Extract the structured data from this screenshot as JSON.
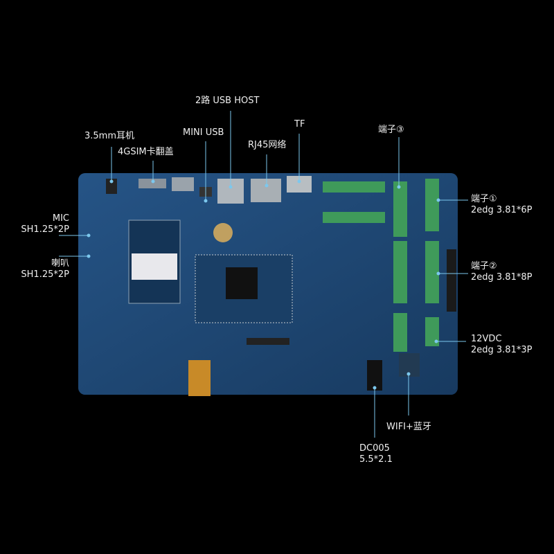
{
  "labels": {
    "headphone": "3.5mm耳机",
    "sim": "4GSIM卡翻盖",
    "mini_usb": "MINI USB",
    "usb_host": "2路 USB HOST",
    "rj45": "RJ45网络",
    "tf": "TF",
    "terminal3": "端子③",
    "terminal1": "端子①",
    "terminal1_spec": "2edg 3.81*6P",
    "terminal2": "端子②",
    "terminal2_spec": "2edg 3.81*8P",
    "power": "12VDC",
    "power_spec": "2edg 3.81*3P",
    "mic": "MIC",
    "mic_spec": "SH1.25*2P",
    "speaker": "喇叭",
    "speaker_spec": "SH1.25*2P",
    "wifi": "WIFI+蓝牙",
    "dc": "DC005",
    "dc_spec": "5.5*2.1"
  },
  "colors": {
    "board": "#1f4a78",
    "leader": "#7cc8ee",
    "terminal": "#3f9a5a"
  }
}
